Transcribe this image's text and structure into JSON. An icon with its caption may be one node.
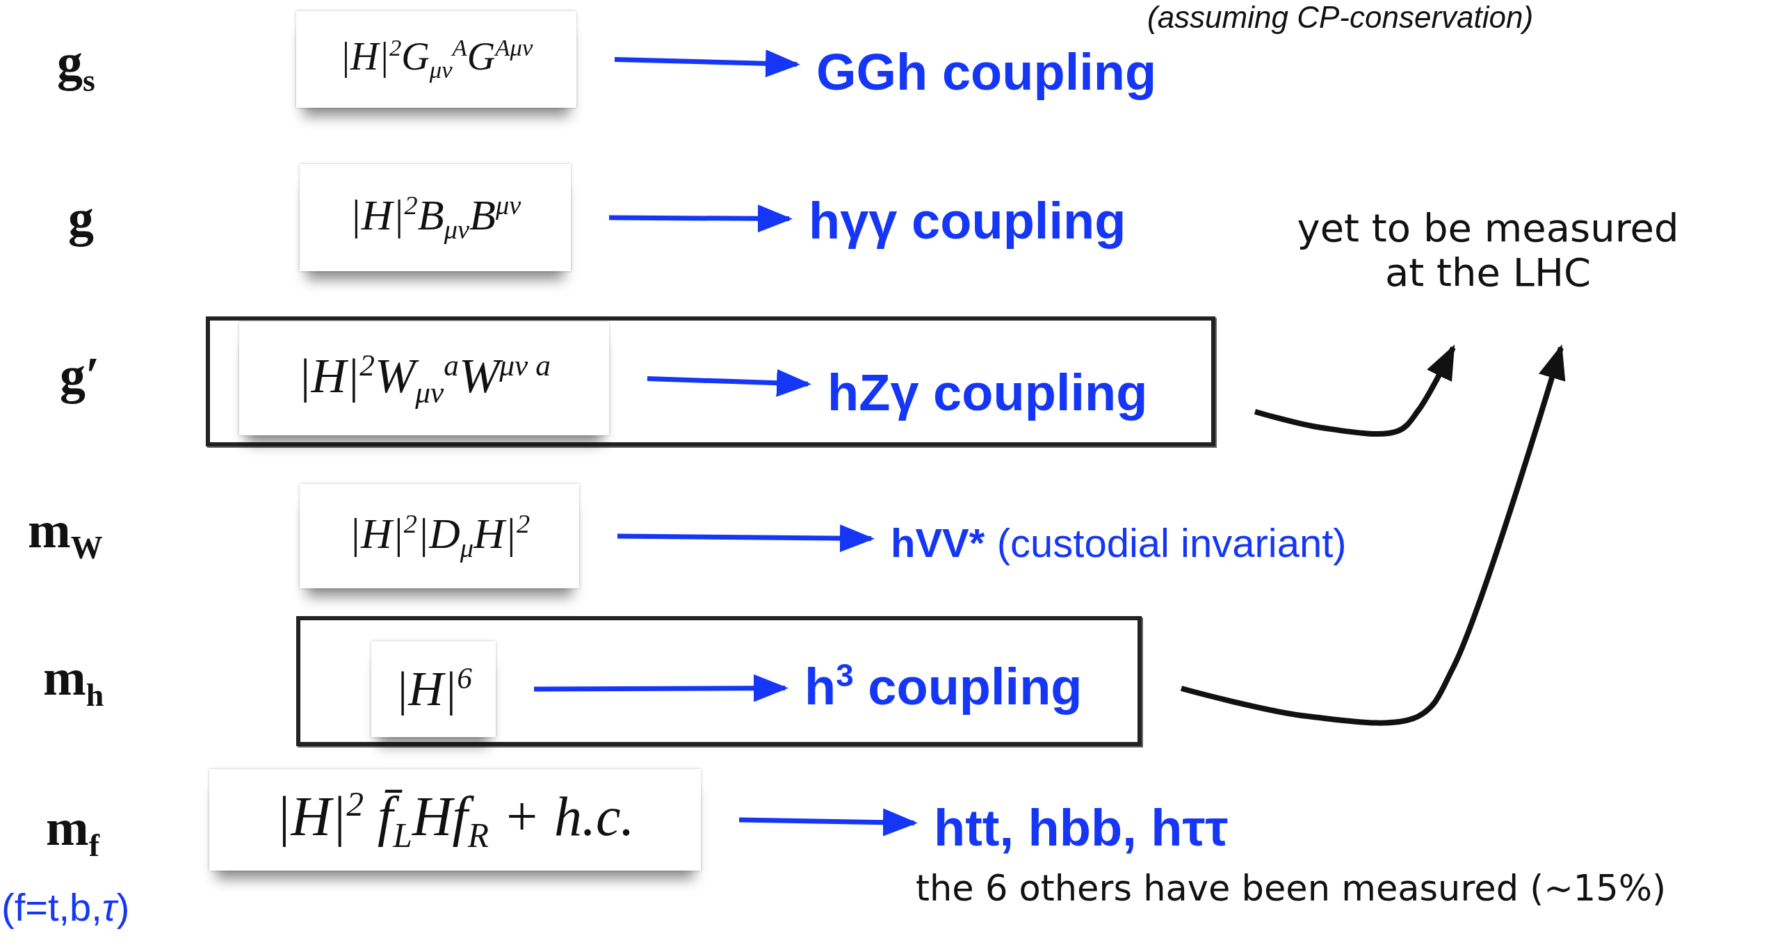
{
  "diagram": {
    "nodes": [
      {
        "text": [
          "|H|$^{2}$G$_{μν}$$^{A}$G$^{Aμν}$"
        ]
      },
      {
        "text": [
          "GGh coupling"
        ]
      },
      {
        "text": [
          "|H|$^{2}$B$_{μν}$B$^{μν}$"
        ]
      },
      {
        "text": [
          "hγγ coupling"
        ]
      },
      {
        "text": [],
        "shape": "box"
      },
      {
        "text": [
          "|H|$^{2}$W$_{μν}$$^{a}$W$^{μν a}$"
        ],
        "in": 4
      },
      {
        "text": [
          "hZγ coupling"
        ],
        "in": 4
      },
      {
        "text": [
          "|H|$^{2}$|D$_{μ}$H|$^{2}$"
        ]
      },
      {
        "text": [
          "hVV*",
          "(custodial invariant)"
        ]
      },
      {
        "text": [],
        "shape": "box"
      },
      {
        "text": [
          "|H|$^{6}$"
        ],
        "in": 9
      },
      {
        "text": [
          "h$^{3}$ coupling"
        ],
        "in": 9
      },
      {
        "text": [
          "|H|$^{2}$ f̄$_{L}$Hf$_{R}$ + h.c."
        ]
      },
      {
        "text": [
          "htt, hbb, hττ"
        ]
      },
      {
        "text": [
          "yet to be measured at the LHC"
        ]
      }
    ],
    "edges": [
      {
        "from": 0,
        "to": 1,
        "arrow": "to"
      },
      {
        "from": 2,
        "to": 3,
        "arrow": "to"
      },
      {
        "from": 5,
        "to": 6,
        "arrow": "to"
      },
      {
        "from": 7,
        "to": 8,
        "arrow": "to"
      },
      {
        "from": 10,
        "to": 11,
        "arrow": "to"
      },
      {
        "from": 12,
        "to": 13,
        "arrow": "to"
      },
      {
        "from": 4,
        "to": 14,
        "arrow": "to",
        "color": "#111111"
      },
      {
        "from": 9,
        "to": 14,
        "arrow": "to",
        "color": "#111111"
      }
    ],
    "labels": [
      "(assuming CP-conservation)",
      "g$_{s}$",
      "g",
      "g′",
      "m$_{W}$",
      "m$_{h}$",
      "m$_{f}$",
      "(f=t,b,*τ*)",
      "the 6 others have been measured (~15%)"
    ]
  }
}
